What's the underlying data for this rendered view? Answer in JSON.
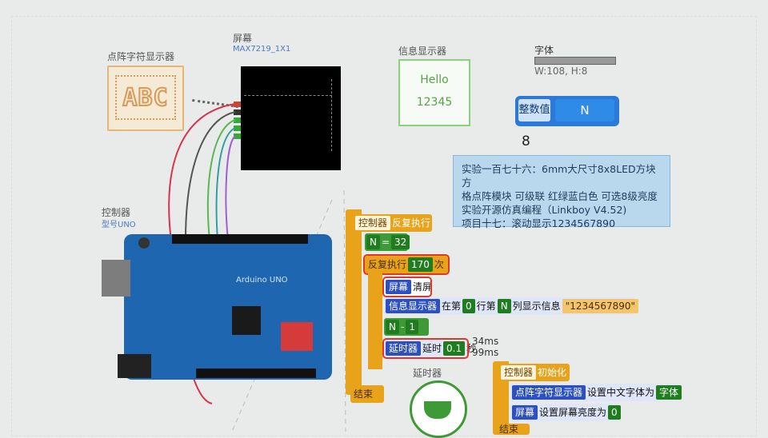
{
  "matrix": {
    "title": "点阵字符显示器",
    "preview": "ABC"
  },
  "screen": {
    "title": "屏幕",
    "model": "MAX7219_1X1"
  },
  "info_display": {
    "title": "信息显示器",
    "line1": "Hello",
    "line2": "12345"
  },
  "font": {
    "title": "字体",
    "size": "W:108, H:8"
  },
  "int_value": {
    "tag": "整数值",
    "name": "N",
    "value": "8"
  },
  "note": {
    "line1": "实验一百七十六：6mm大尺寸8x8LED方块方",
    "line2": "格点阵模块 可级联 红绿蓝白色 可选8级亮度",
    "line3": "实验开源仿真编程（Linkboy V4.52)",
    "line4": "项目十七：滚动显示1234567890"
  },
  "controller": {
    "title": "控制器",
    "model": "型号UNO"
  },
  "blocks": {
    "loop_header": {
      "ctrl": "控制器",
      "action": "反复执行"
    },
    "assign1": {
      "var": "N",
      "op": "=",
      "value": "32"
    },
    "repeat": {
      "label": "反复执行",
      "count": "170",
      "unit": "次"
    },
    "clear": {
      "obj": "屏幕",
      "action": "清屏"
    },
    "show": {
      "obj": "信息显示器",
      "at": "在第",
      "row": "0",
      "row_lbl": "行第",
      "col": "N",
      "col_lbl": "列显示信息",
      "text": "\"1234567890\""
    },
    "assign2": {
      "var": "N",
      "op": "-",
      "value": "1"
    },
    "delay": {
      "obj": "延时器",
      "action": "延时",
      "value": "0.1",
      "unit": "秒"
    },
    "timing1": "34ms",
    "timing2": "99ms",
    "end1": "结束",
    "delay_icon_label": "延时器",
    "init_header": {
      "ctrl": "控制器",
      "action": "初始化"
    },
    "set_font": {
      "obj": "点阵字符显示器",
      "action": "设置中文字体为",
      "value": "字体"
    },
    "set_bright": {
      "obj": "屏幕",
      "action": "设置屏幕亮度为",
      "value": "0"
    },
    "end2": "结束"
  },
  "colors": {
    "accent": "#3563d8",
    "ctrl": "#e8a31a",
    "green": "#3e9a36"
  }
}
